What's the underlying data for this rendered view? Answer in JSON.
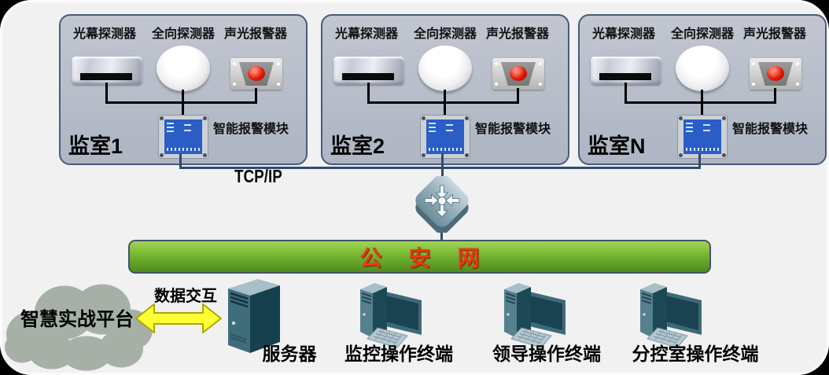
{
  "rooms": [
    {
      "name": "监室1"
    },
    {
      "name": "监室2"
    },
    {
      "name": "监室N"
    }
  ],
  "room_labels": {
    "light_curtain": "光幕探测器",
    "omni": "全向探测器",
    "sound_light": "声光报警器",
    "module": "智能报警模块"
  },
  "network": {
    "protocol": "TCP/IP",
    "backbone": "公安网"
  },
  "platform": {
    "cloud": "智慧实战平台",
    "link": "数据交互"
  },
  "nodes": {
    "server": "服务器",
    "terminals": [
      {
        "label": "监控操作终端"
      },
      {
        "label": "领导操作终端"
      },
      {
        "label": "分控室操作终端"
      }
    ]
  },
  "icons": {
    "light_curtain_detector": "beveled-metal-bar-black-slot",
    "omni_detector": "white-dome",
    "sound_light_alarm": "gray-plate-red-button",
    "alarm_module": "blue-circuit-board",
    "network_switch": "teal-diamond-arrows",
    "cloud": "gray-green-cloud",
    "data_arrow": "yellow-double-arrow",
    "server": "teal-tower",
    "terminal": "tower-monitor-keyboard"
  },
  "colors": {
    "panel_bg": "#f1f1f2",
    "outer_bg": "#000000",
    "box_fill": "#b7bdc9",
    "box_border": "#4a5a7c",
    "line_navy": "#2f4a6e",
    "backbone_green": "#76b52f",
    "backbone_text_red": "#e83b16",
    "arrow_yellow": "#ffff38",
    "module_blue": "#2a5ec6",
    "device_teal": "#1d4856",
    "cloud_gray_green": "#a6b0a6"
  }
}
